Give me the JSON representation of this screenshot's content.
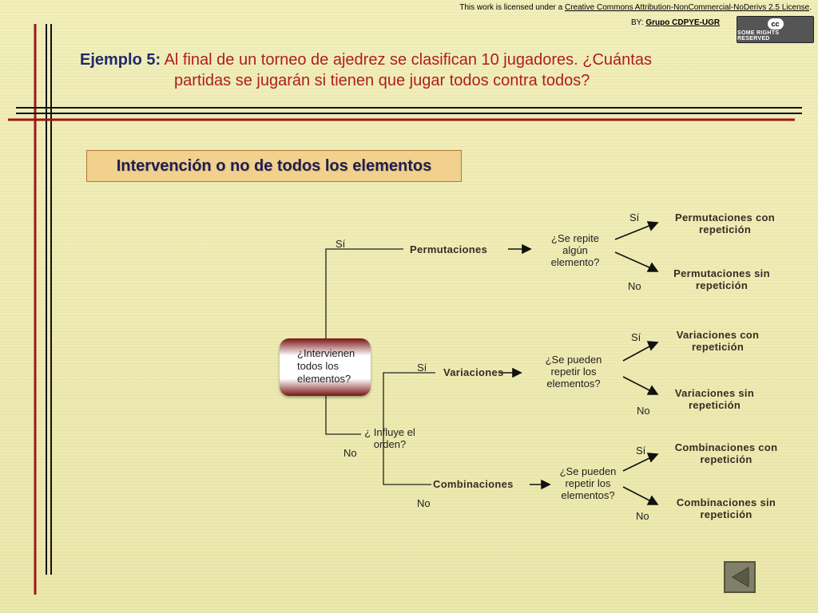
{
  "license": {
    "prefix": "This work is licensed under a ",
    "link": "Creative Commons Attribution-NonCommercial-NoDerivs 2.5 License",
    "suffix": ".",
    "by_prefix": "BY: ",
    "by_name": "Grupo CDPYE-UGR",
    "badge_symbol": "cc",
    "badge_text": "SOME RIGHTS RESERVED"
  },
  "title": {
    "label": "Ejemplo 5:",
    "line1": " Al final de un torneo de ajedrez se clasifican 10 jugadores. ¿Cuántas",
    "line2": "partidas se jugarán si tienen que jugar todos contra todos?"
  },
  "subtitle": "Intervención o no de todos los elementos",
  "tree": {
    "root": "¿Intervienen todos los elementos?",
    "yes": "Sí",
    "no": "No",
    "permutaciones": "Permutaciones",
    "variaciones": "Variaciones",
    "combinaciones": "Combinaciones",
    "influye": "¿ Influye el orden?",
    "se_repite": "¿Se repite algún elemento?",
    "se_pueden_1": "¿Se pueden repetir los elementos?",
    "se_pueden_2": "¿Se pueden repetir los elementos?",
    "perm_con": "Permutaciones con repetición",
    "perm_sin": "Permutaciones sin repetición",
    "var_con": "Variaciones con repetición",
    "var_sin": "Variaciones sin repetición",
    "comb_con": "Combinaciones con repetición",
    "comb_sin": "Combinaciones sin repetición"
  },
  "colors": {
    "background": "#efecb4",
    "title_label": "#1e2a6a",
    "title_text": "#b01d1d",
    "rule_red": "#a01818",
    "subtitle_bg": "#f2d08e"
  },
  "nav": {
    "icon": "triangle-left-icon"
  }
}
